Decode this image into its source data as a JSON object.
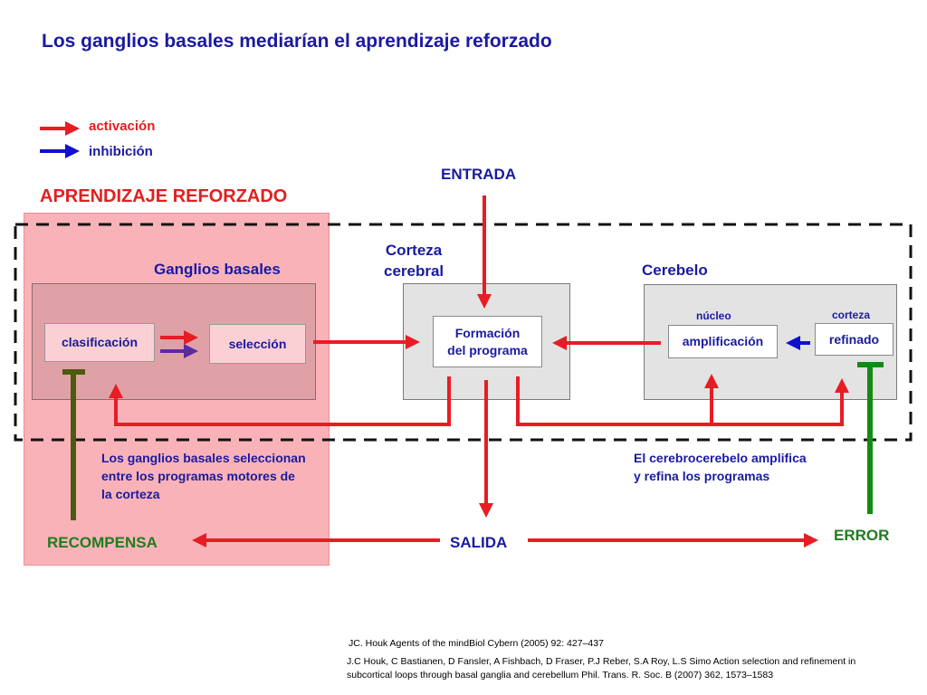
{
  "title": "Los ganglios basales mediarían el aprendizaje reforzado",
  "legend": {
    "activation_label": "activación",
    "inhibition_label": "inhibición"
  },
  "section_heading": "APRENDIZAJE REFORZADO",
  "input_label": "ENTRADA",
  "output_label": "SALIDA",
  "reward_label": "RECOMPENSA",
  "error_label": "ERROR",
  "basal_ganglia": {
    "title": "Ganglios basales",
    "classification": "clasificación",
    "selection": "selección",
    "note_lines": [
      "Los ganglios basales seleccionan",
      "entre los programas motores de",
      "la corteza"
    ]
  },
  "cortex": {
    "title_line1": "Corteza",
    "title_line2": "cerebral",
    "program_line1": "Formación",
    "program_line2": "del programa"
  },
  "cerebellum": {
    "title": "Cerebelo",
    "nucleus_label": "núcleo",
    "cortex_label": "corteza",
    "amplification": "amplificación",
    "refinement": "refinado",
    "note_lines": [
      "El cerebrocerebelo amplifica",
      "y refina los programas"
    ]
  },
  "references": [
    "JC. Houk Agents of the mindBiol Cybern (2005) 92: 427–437",
    "J.C Houk, C Bastianen, D Fansler, A Fishbach, D Fraser, P.J Reber, S.A Roy, L.S Simo Action selection and refinement in",
    "subcortical loops through basal ganglia and cerebellum Phil. Trans. R. Soc. B (2007) 362, 1573–1583"
  ],
  "colors": {
    "activation": "#e81c24",
    "inhibition": "#1010d0",
    "selection_inhibition": "#5a2ca0",
    "reward": "#4d5a12",
    "error": "#138a13",
    "pink_region": "#f9b3b8",
    "title": "#1a1aa0"
  }
}
